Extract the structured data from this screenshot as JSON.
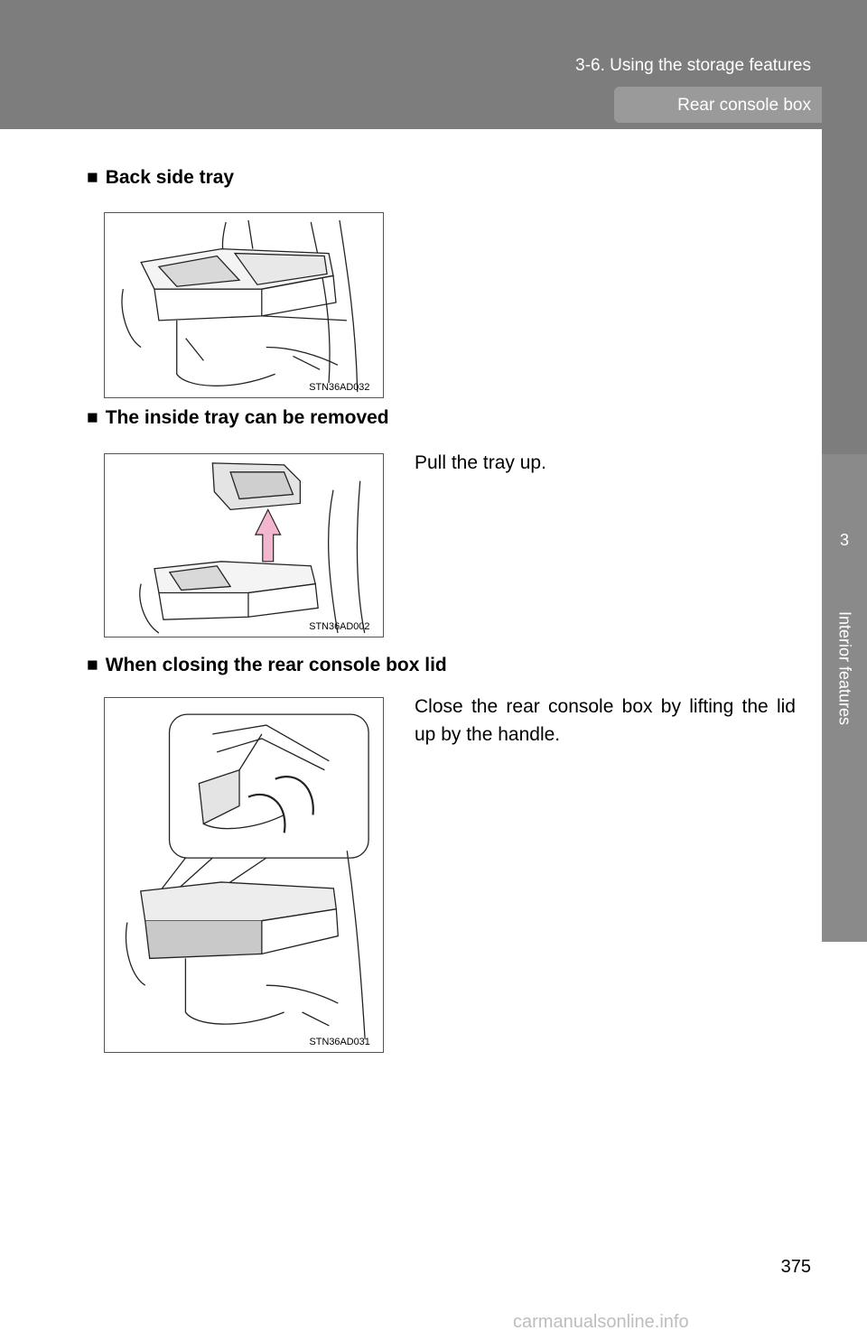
{
  "header": {
    "section": "3-6. Using the storage features",
    "subsection": "Rear console box"
  },
  "side_tab": {
    "chapter_number": "3",
    "chapter_label": "Interior features"
  },
  "sections": [
    {
      "bullet": "■",
      "heading": "Back side tray",
      "figure_code": "STN36AD032",
      "text": ""
    },
    {
      "bullet": "■",
      "heading": "The inside tray can be removed",
      "figure_code": "STN36AD002",
      "text": "Pull the tray up."
    },
    {
      "bullet": "■",
      "heading": "When closing the rear console box lid",
      "figure_code": "STN36AD031",
      "text": "Close the rear console box by lifting the lid up by the handle."
    }
  ],
  "page_number": "375",
  "watermark": "carmanualsonline.info",
  "colors": {
    "header_bg": "#7d7d7d",
    "arrow_fill": "#f2b6cf"
  }
}
